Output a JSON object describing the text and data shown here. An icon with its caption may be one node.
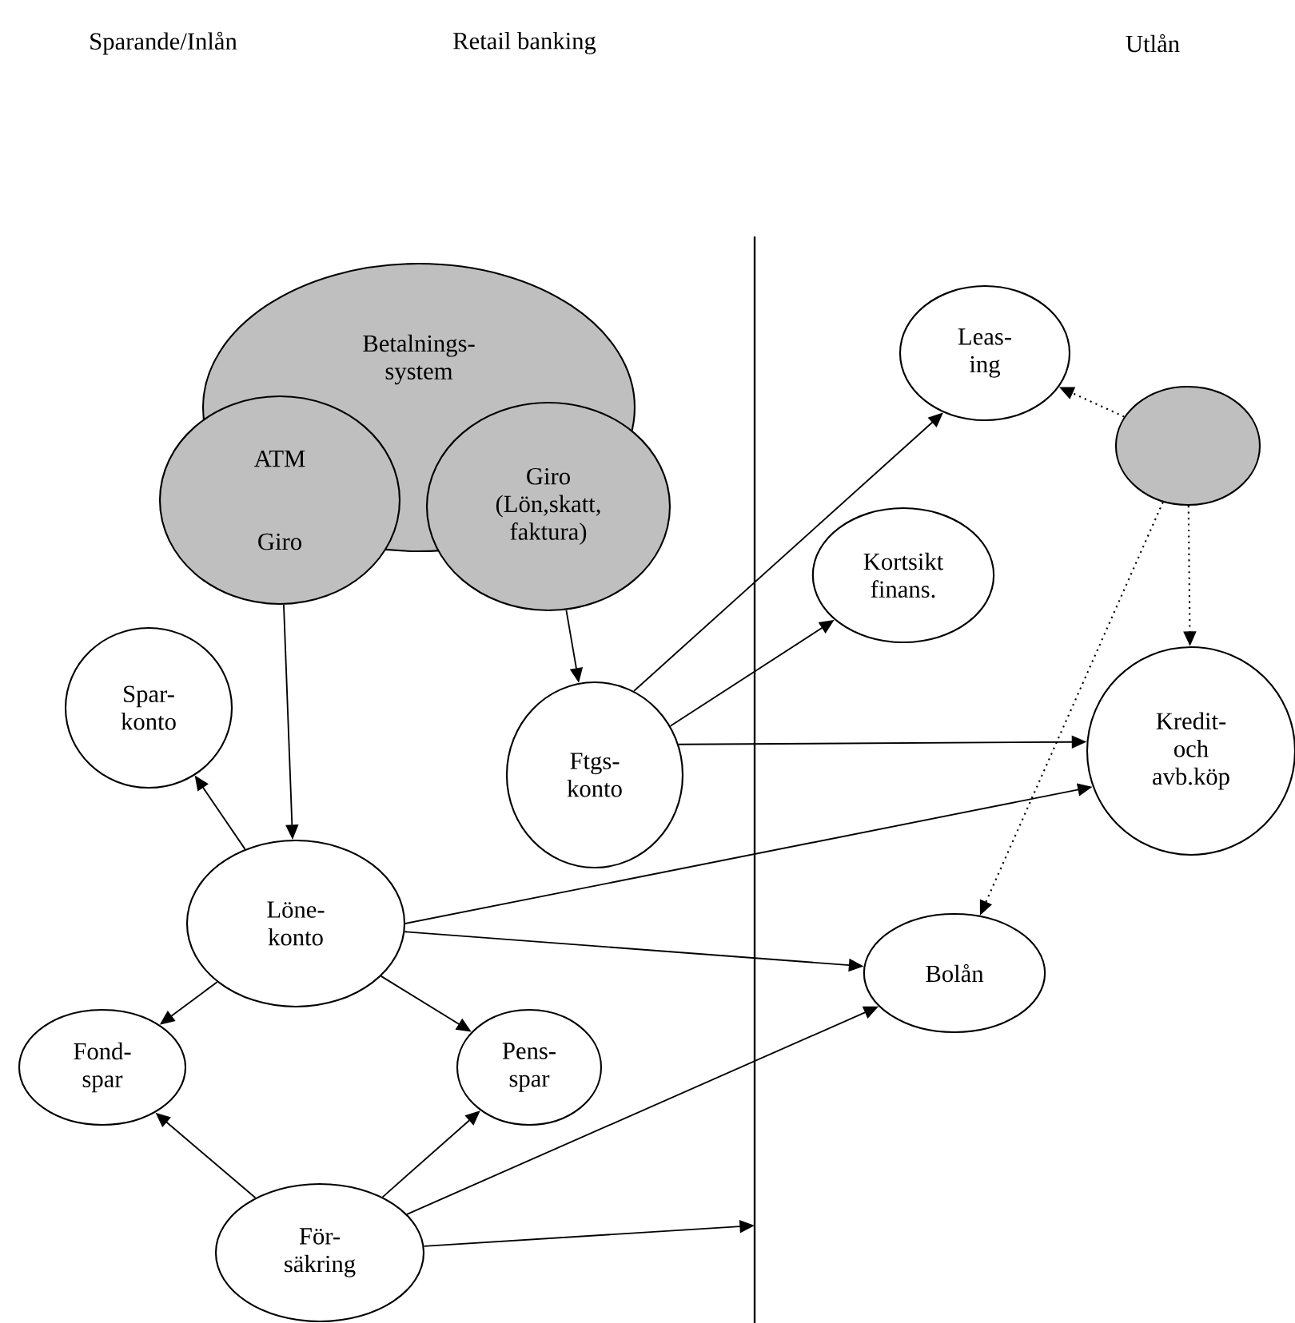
{
  "diagram": {
    "nodes": [
      {
        "text": [
          "Betalnings- system"
        ]
      },
      {
        "text": [
          "ATM",
          "Giro"
        ]
      },
      {
        "text": [
          "Giro (Lön,skatt, faktura)"
        ]
      },
      {
        "text": [
          "Leas- ing"
        ]
      },
      {
        "text": [],
        "shape": "circle"
      },
      {
        "text": [
          "Kortsikt finans."
        ]
      },
      {
        "text": [
          "Spar- konto"
        ]
      },
      {
        "text": [
          "Ftgs- konto"
        ]
      },
      {
        "text": [
          "Kredit- och avb.köp"
        ]
      },
      {
        "text": [
          "Löne- konto"
        ]
      },
      {
        "text": [
          "Bolån"
        ]
      },
      {
        "text": [
          "Fond- spar"
        ]
      },
      {
        "text": [
          "Pens- spar"
        ]
      },
      {
        "text": [
          "För- säkring"
        ]
      }
    ],
    "edges": [
      {
        "from": 1,
        "to": 9,
        "arrow": "to"
      },
      {
        "from": 2,
        "to": 7,
        "arrow": "to"
      },
      {
        "from": 7,
        "to": 3,
        "arrow": "to"
      },
      {
        "from": 7,
        "to": 5,
        "arrow": "to"
      },
      {
        "from": 7,
        "to": 8,
        "arrow": "to"
      },
      {
        "from": 4,
        "to": 3,
        "arrow": "to",
        "style": "dashed"
      },
      {
        "from": 4,
        "to": 8,
        "arrow": "to",
        "style": "dashed"
      },
      {
        "from": 4,
        "to": 10,
        "arrow": "to",
        "style": "dashed"
      },
      {
        "from": 9,
        "to": 6,
        "arrow": "to"
      },
      {
        "from": 9,
        "to": 8,
        "arrow": "to"
      },
      {
        "from": 9,
        "to": 10,
        "arrow": "to"
      },
      {
        "from": 9,
        "to": 11,
        "arrow": "to"
      },
      {
        "from": 9,
        "to": 12,
        "arrow": "to"
      },
      {
        "from": 13,
        "to": 11,
        "arrow": "to"
      },
      {
        "from": 13,
        "to": 12,
        "arrow": "to"
      },
      {
        "from": 13,
        "to": 10,
        "arrow": "to"
      },
      {
        "from": 13,
        "to": null,
        "arrow": "to"
      }
    ],
    "labels": [
      "Sparande/Inlån",
      "Retail banking",
      "Utlån"
    ]
  }
}
